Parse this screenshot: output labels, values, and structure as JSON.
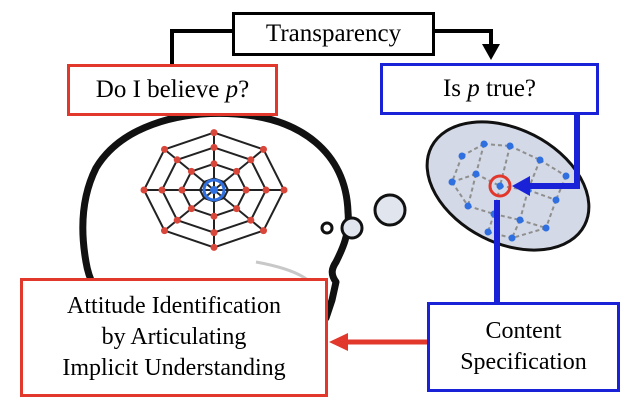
{
  "top_box": {
    "label": "Transparency"
  },
  "left_question": {
    "prefix": "Do I believe ",
    "variable": "p",
    "suffix": "?"
  },
  "right_question": {
    "prefix": "Is ",
    "variable": "p",
    "suffix": " true?"
  },
  "attitude_box": {
    "lines": [
      "Attitude Identification",
      "by Articulating",
      "Implicit Understanding"
    ]
  },
  "content_box": {
    "lines": [
      "Content",
      "Specification"
    ]
  },
  "colors": {
    "red": "#e2372b",
    "blue": "#1a22d8",
    "black": "#000000",
    "node_red": "#d9463a",
    "node_blue": "#2f6fe0",
    "ellipse_fill": "#d3d9e6",
    "bubble_fill": "#e1e5ee"
  },
  "icons": [
    "head-outline-icon",
    "web-network-icon",
    "thought-bubble-icon",
    "content-network-icon"
  ]
}
